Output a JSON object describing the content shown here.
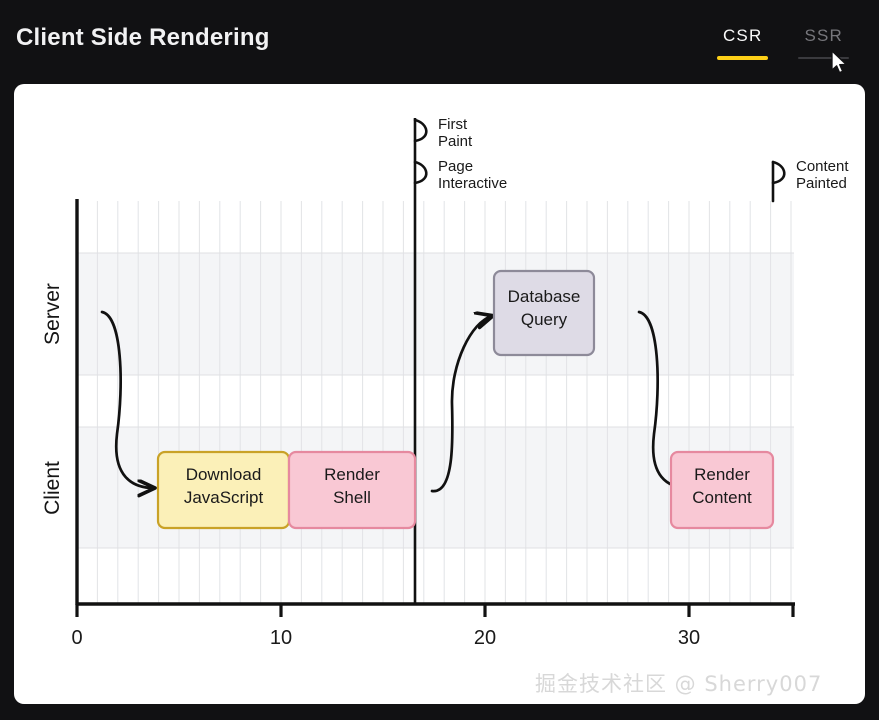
{
  "header": {
    "title": "Client Side Rendering",
    "tabs": [
      {
        "label": "CSR",
        "active": true
      },
      {
        "label": "SSR",
        "active": false
      }
    ],
    "accent_color": "#fdd017",
    "inactive_color": "#76767b",
    "background": "#111113"
  },
  "watermark": "掘金技术社区 @ Sherry007",
  "chart_data": {
    "type": "timeline",
    "title": "Client Side Rendering",
    "xlabel": "",
    "ylabel": "",
    "xlim": [
      0,
      35
    ],
    "xticks": [
      0,
      10,
      20,
      30
    ],
    "xticklabels": [
      "0",
      "10",
      "20",
      "30"
    ],
    "grid": true,
    "grid_minor_step": 1,
    "lanes": [
      {
        "name": "Server",
        "label": "Server",
        "shaded": true
      },
      {
        "name": "Client",
        "label": "Client",
        "shaded": true
      }
    ],
    "tasks": [
      {
        "label": "Download JavaScript",
        "label_line1": "Download",
        "label_line2": "JavaScript",
        "lane": "Client",
        "start": 4.0,
        "end": 11.0,
        "fill": "#fbf0b8",
        "stroke": "#c9a227"
      },
      {
        "label": "Render Shell",
        "label_line1": "Render",
        "label_line2": "Shell",
        "lane": "Client",
        "start": 11.0,
        "end": 17.4,
        "fill": "#f9c8d4",
        "stroke": "#e6899f"
      },
      {
        "label": "Database Query",
        "label_line1": "Database",
        "label_line2": "Query",
        "lane": "Server",
        "start": 21.0,
        "end": 25.9,
        "fill": "#dedbe6",
        "stroke": "#8d8a99"
      },
      {
        "label": "Render Content",
        "label_line1": "Render",
        "label_line2": "Content",
        "lane": "Client",
        "start": 29.8,
        "end": 34.9,
        "fill": "#f9c8d4",
        "stroke": "#e6899f"
      }
    ],
    "markers": [
      {
        "label": "First Paint",
        "line1": "First",
        "line2": "Paint",
        "x": 17.4,
        "y_top": 118
      },
      {
        "label": "Page Interactive",
        "line1": "Page",
        "line2": "Interactive",
        "x": 17.4,
        "y_top": 160
      },
      {
        "label": "Content Painted",
        "line1": "Content",
        "line2": "Painted",
        "x": 34.9,
        "y_top": 160
      }
    ],
    "arrows": [
      {
        "from": "Server",
        "to": "Client",
        "label": "request-to-download"
      },
      {
        "from": "Client",
        "to": "Server",
        "label": "client-to-database-query"
      },
      {
        "from": "Server",
        "to": "Client",
        "label": "database-to-render-content"
      }
    ],
    "divider_x": 17.4
  }
}
